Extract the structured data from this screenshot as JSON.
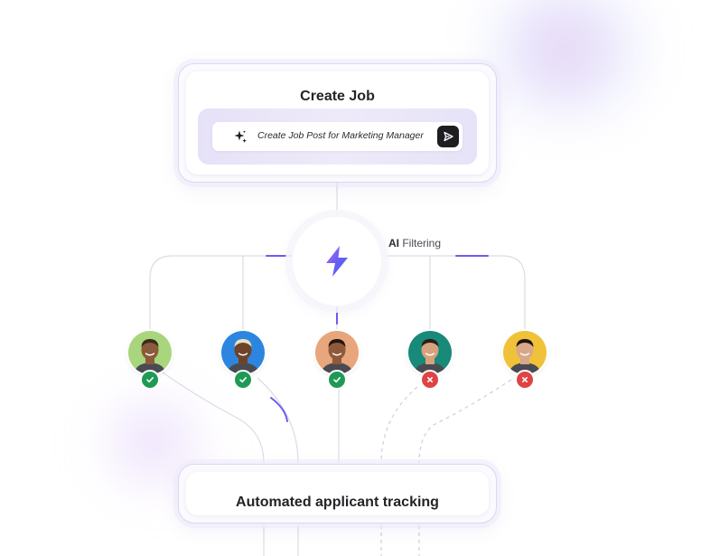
{
  "create_job": {
    "title": "Create Job",
    "prompt_text": "Create Job Post for Marketing Manager",
    "sparkle_icon": "sparkle-icon",
    "send_icon": "send-icon"
  },
  "ai_filter": {
    "label_strong": "AI",
    "label_rest": "Filtering",
    "icon": "lightning-bolt-icon"
  },
  "candidates": [
    {
      "status": "accepted",
      "icon": "check-icon",
      "bg": "#a9d67c",
      "skin": "#8a5a3c",
      "hair": "#3a2a1e"
    },
    {
      "status": "accepted",
      "icon": "check-icon",
      "bg": "#2c86e0",
      "skin": "#6e4429",
      "hair": "#e9e2c5"
    },
    {
      "status": "accepted",
      "icon": "check-icon",
      "bg": "#e8a67c",
      "skin": "#8e5a3a",
      "hair": "#231811"
    },
    {
      "status": "rejected",
      "icon": "close-icon",
      "bg": "#178a7a",
      "skin": "#d6a27e",
      "hair": "#2b1e16"
    },
    {
      "status": "rejected",
      "icon": "close-icon",
      "bg": "#f0c23a",
      "skin": "#d9a888",
      "hair": "#1c1410"
    }
  ],
  "tracking": {
    "title": "Automated applicant tracking"
  },
  "colors": {
    "accent_purple": "#6b5bf2",
    "accepted": "#1e9a55",
    "rejected": "#e04343",
    "wire": "#d9d9e2"
  }
}
